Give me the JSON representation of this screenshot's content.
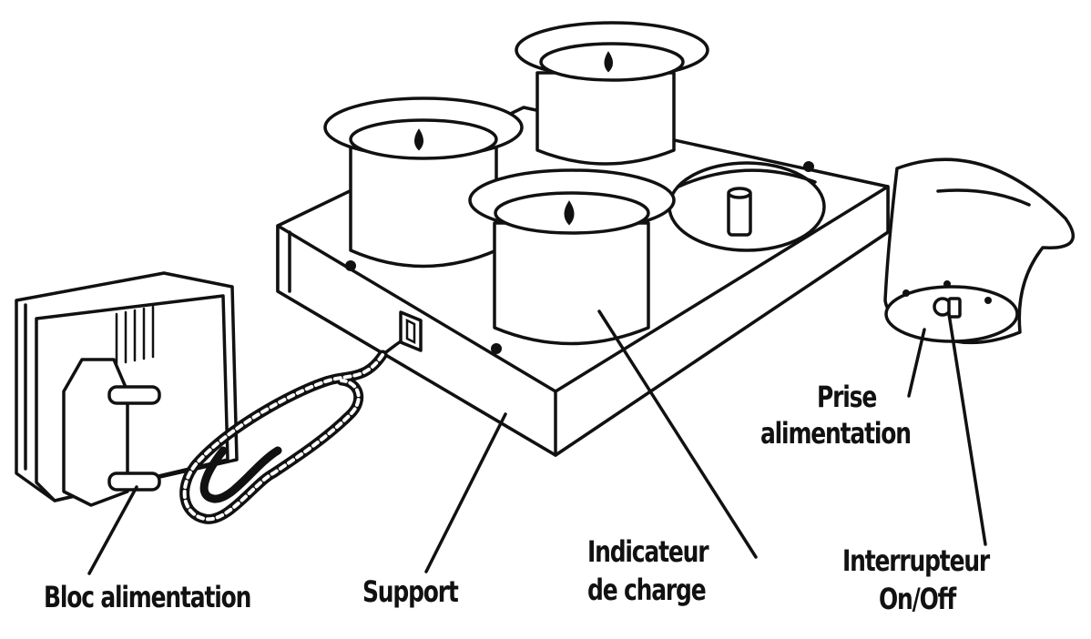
{
  "labels": {
    "bloc": "Bloc alimentation",
    "support": "Support",
    "indicateur_l1": "Indicateur",
    "indicateur_l2": "de charge",
    "prise_l1": "Prise",
    "prise_l2": "alimentation",
    "interrupteur_l1": "Interrupteur",
    "interrupteur_l2": "On/Off"
  },
  "icons": {
    "adapter": "power-adapter-icon",
    "cable": "coiled-cable-icon",
    "base": "charging-base-icon",
    "candle": "tea-light-candle-icon",
    "battery": "battery-icon",
    "candle_bottom": "candle-underside-icon"
  }
}
